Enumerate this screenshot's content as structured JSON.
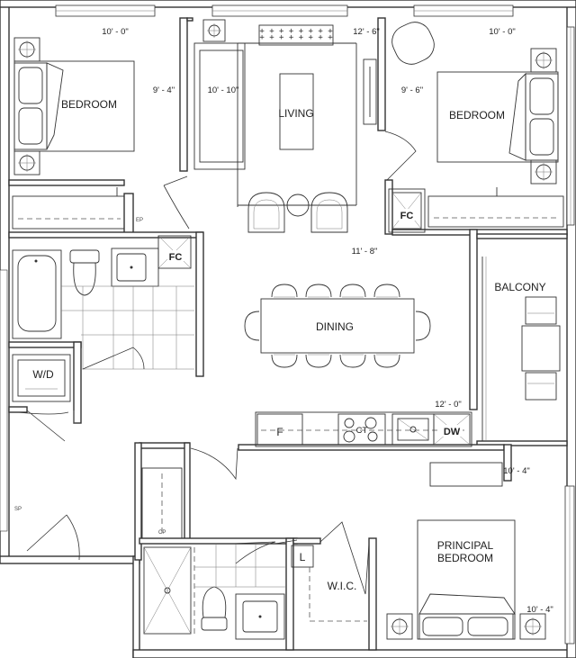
{
  "rooms": {
    "bedroom_left": "BEDROOM",
    "living": "LIVING",
    "bedroom_right": "BEDROOM",
    "dining": "DINING",
    "balcony": "BALCONY",
    "principal_bedroom_line1": "PRINCIPAL",
    "principal_bedroom_line2": "BEDROOM",
    "wic": "W.I.C.",
    "wd": "W/D"
  },
  "dimensions": {
    "bedroom_left_width": "10' - 0\"",
    "bedroom_left_depth": "9' - 4\"",
    "living_width": "12' - 6\"",
    "living_depth": "10' - 10\"",
    "bedroom_right_width": "10' - 0\"",
    "bedroom_right_depth": "9' - 6\"",
    "living_dining_depth": "11' - 8\"",
    "kitchen_width": "12' - 0\"",
    "principal_width": "10' - 4\"",
    "principal_depth": "10' - 4\""
  },
  "fixtures": {
    "fc_left": "FC",
    "fc_right": "FC",
    "fridge": "F",
    "cooktop": "CT",
    "dishwasher": "DW",
    "linen": "L",
    "ep": "EP",
    "sp": "SP",
    "cp": "CP"
  }
}
